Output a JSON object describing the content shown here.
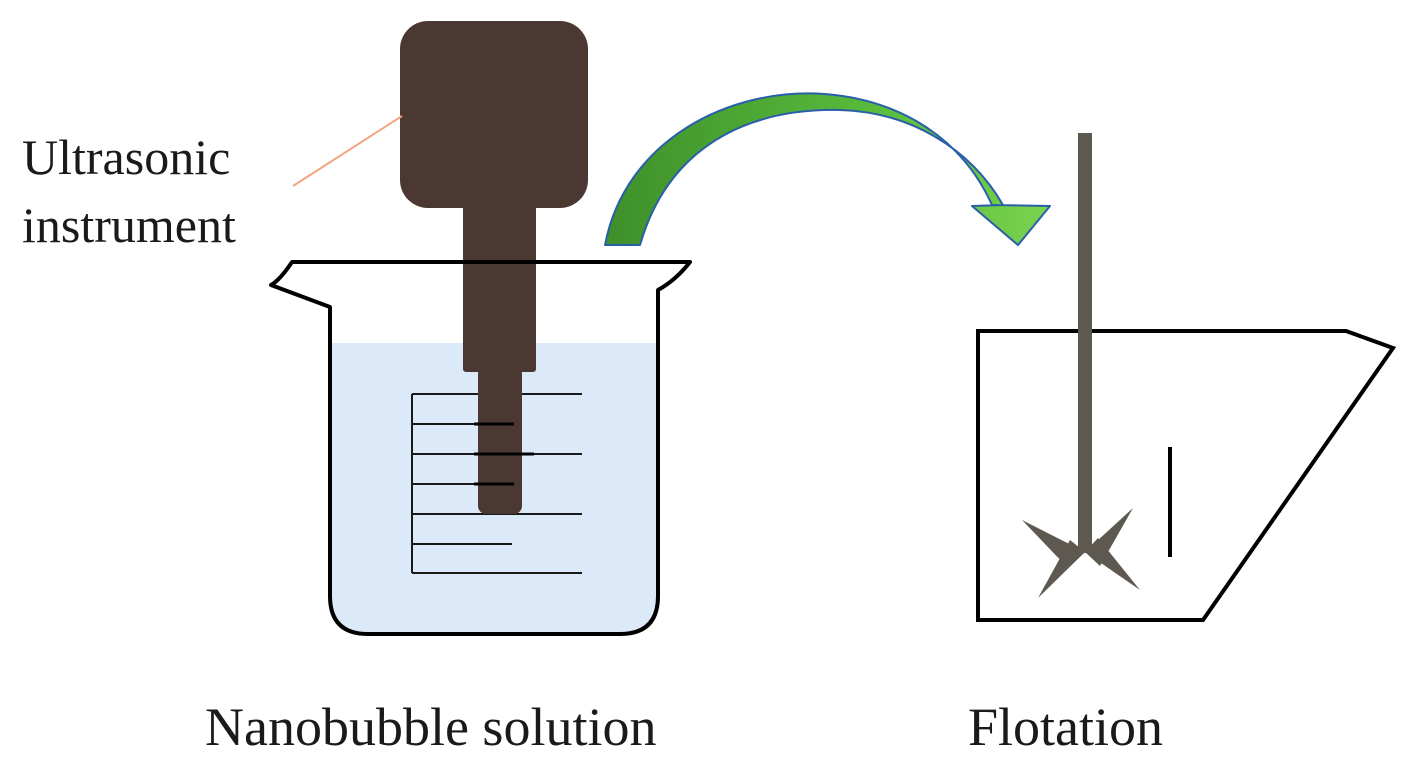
{
  "labels": {
    "instrument_line1": "Ultrasonic",
    "instrument_line2": "instrument",
    "left_caption": "Nanobubble solution",
    "right_caption": "Flotation"
  },
  "colors": {
    "probe": "#4b3832",
    "liquid": "#dce9f8",
    "arrow_fill": "#55b83a",
    "arrow_edge": "#2a5fa8",
    "impeller": "#5e5950",
    "leader_line": "#f4a582",
    "outline": "#000000"
  }
}
